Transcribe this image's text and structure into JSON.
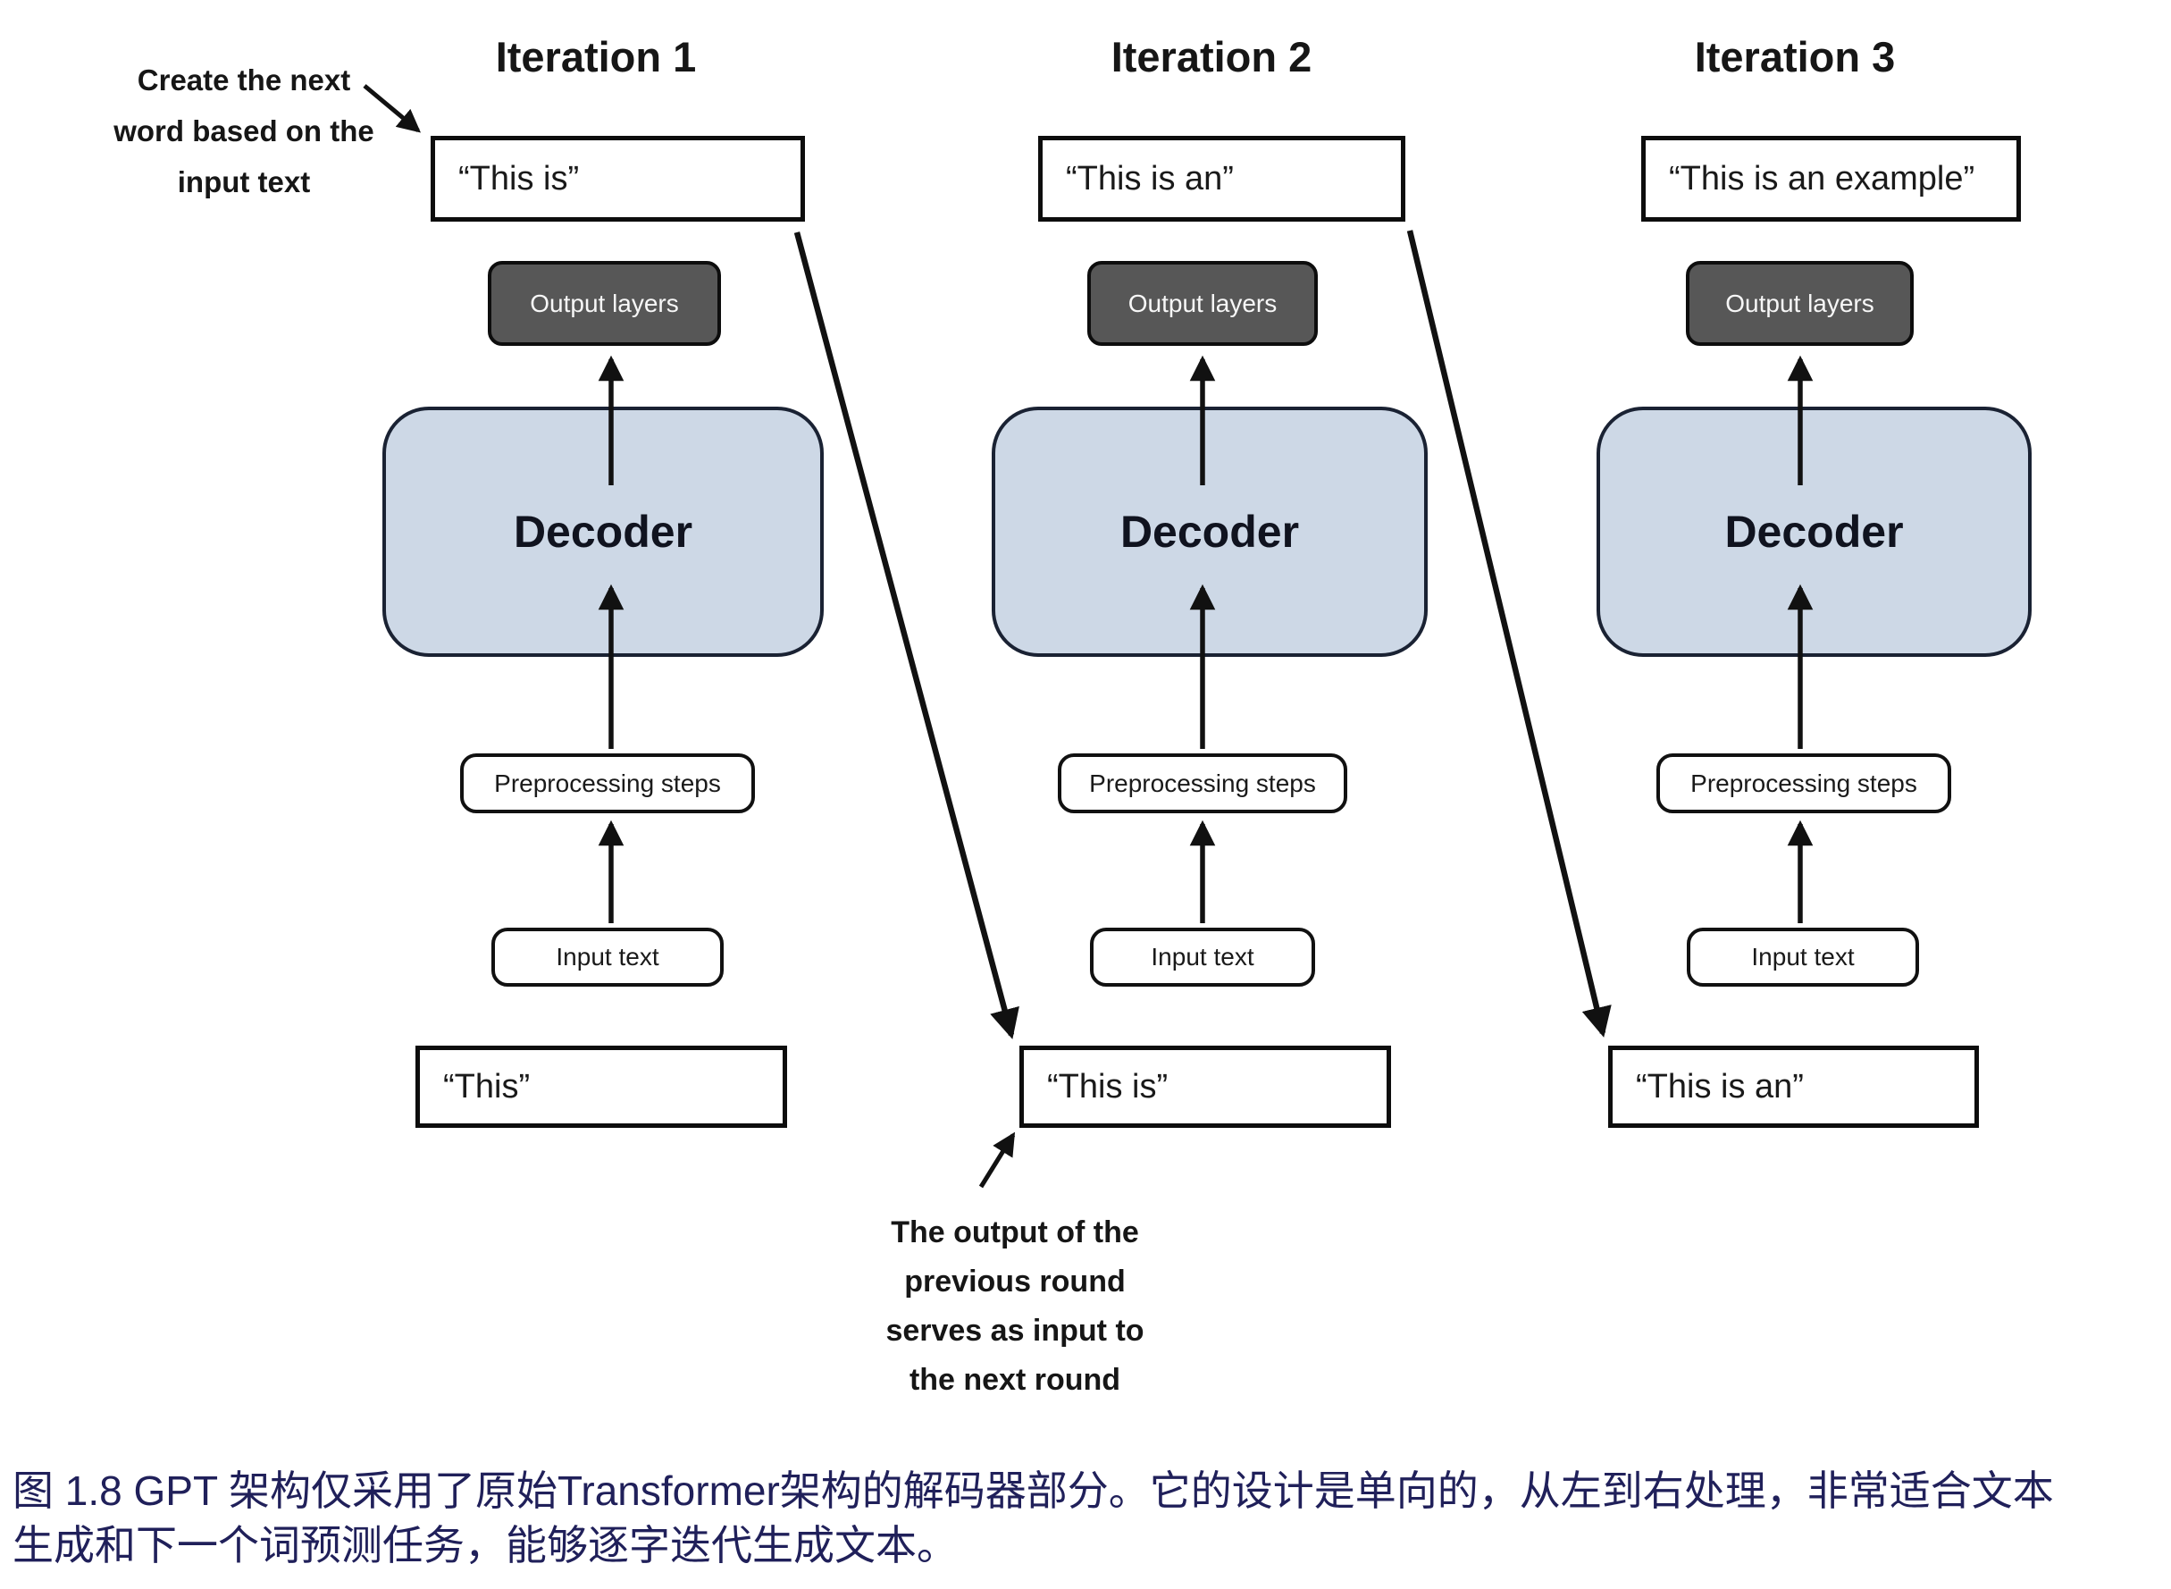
{
  "colors": {
    "decoder-fill": "#cdd8e6",
    "decoder-border": "#1a2233",
    "dark-box-fill": "#575757",
    "dark-box-border": "#0d0d0d",
    "dark-box-text": "#f7f7f7",
    "box-border": "#0d0d0d",
    "line-color": "#111111",
    "caption-color": "#20205a",
    "text-color": "#111111"
  },
  "figure": {
    "columns": [
      {
        "title": "Iteration 1",
        "generated_text": "“This is”",
        "output_layers_label": "Output layers",
        "decoder_label": "Decoder",
        "preprocessing_label": "Preprocessing steps",
        "input_box_label": "Input text",
        "input_text": "“This”"
      },
      {
        "title": "Iteration 2",
        "generated_text": "“This is an”",
        "output_layers_label": "Output layers",
        "decoder_label": "Decoder",
        "preprocessing_label": "Preprocessing steps",
        "input_box_label": "Input text",
        "input_text": "“This is”"
      },
      {
        "title": "Iteration 3",
        "generated_text": "“This is an example”",
        "output_layers_label": "Output layers",
        "decoder_label": "Decoder",
        "preprocessing_label": "Preprocessing steps",
        "input_box_label": "Input text",
        "input_text": "“This is an”"
      }
    ],
    "annotations": {
      "create_next": "Create the next\nword based on the\ninput text",
      "output_feeds_next": "The output of the\nprevious round\nserves as input to\nthe next round"
    }
  },
  "caption": {
    "text": "图 1.8  GPT 架构仅采用了原始Transformer架构的解码器部分。它的设计是单向的，从左到右处理，非常适合文本\n生成和下一个词预测任务，能够逐字迭代生成文本。"
  }
}
